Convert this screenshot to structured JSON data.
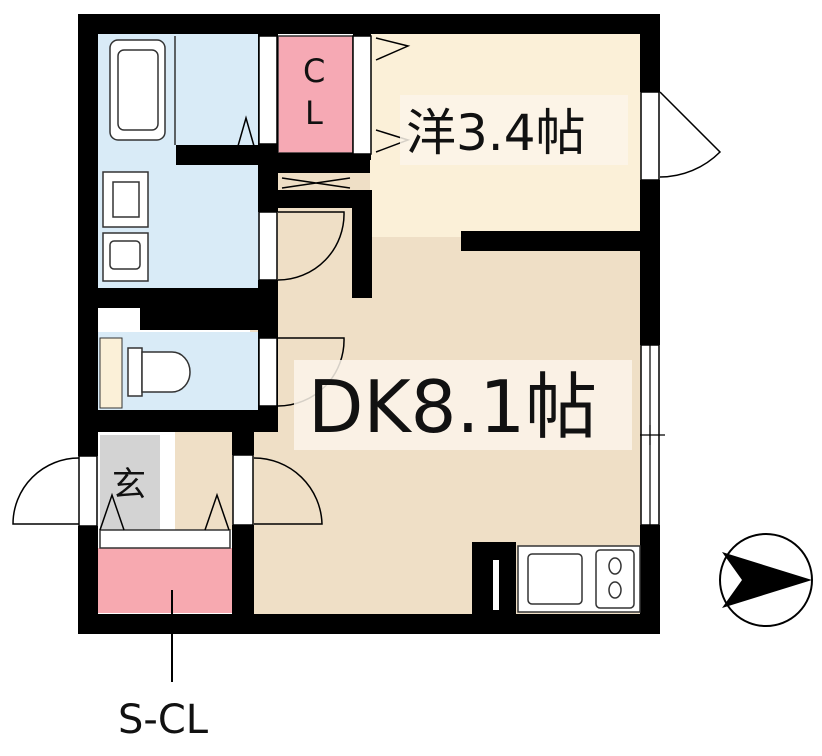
{
  "rooms": {
    "western": {
      "label": "洋3.4帖"
    },
    "dk": {
      "label": "DK8.1帖"
    },
    "closet": {
      "line1": "C",
      "line2": "L"
    },
    "entrance": {
      "label": "玄"
    },
    "shoe_closet": {
      "label": "S-CL"
    }
  },
  "compass": {
    "direction": "east"
  },
  "colors": {
    "wall": "#000000",
    "western_floor": "#fbf0d8",
    "dk_floor": "#efdfc6",
    "wet_area": "#d9ebf7",
    "closet": "#f6a9b4",
    "shoe_closet": "#f7a9b0",
    "entrance_tile": "#d3d3d3",
    "label_bg": "#fbf5ea"
  }
}
